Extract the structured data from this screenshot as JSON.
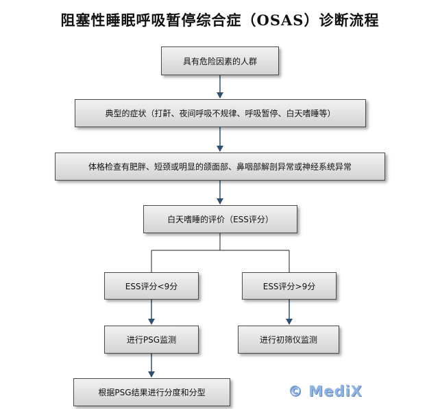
{
  "title": "阻塞性睡眠呼吸暂停综合症（OSAS）诊断流程",
  "nodes": {
    "risk_population": "具有危险因素的人群",
    "typical_symptoms": "典型的症状（打鼾、夜间呼吸不规律、呼吸暂停、白天嗜睡等）",
    "physical_exam": "体格检查有肥胖、短颈或明显的颌面部、鼻咽部解剖异常或神经系统异常",
    "ess_evaluation": "白天嗜睡的评价（ESS评分）",
    "ess_low": "ESS评分<9分",
    "ess_high": "ESS评分>9分",
    "psg_monitoring": "进行PSG监测",
    "initial_screening": "进行初筛仪监测",
    "psg_grading": "根据PSG结果进行分度和分型"
  },
  "watermark": "© MediX",
  "colors": {
    "box_top": "#f2f2f2",
    "box_bottom": "#d3d3d3",
    "arrow": "#2f4f6f",
    "connector_line": "#1c1c1c",
    "watermark": "#8eb4e3"
  }
}
